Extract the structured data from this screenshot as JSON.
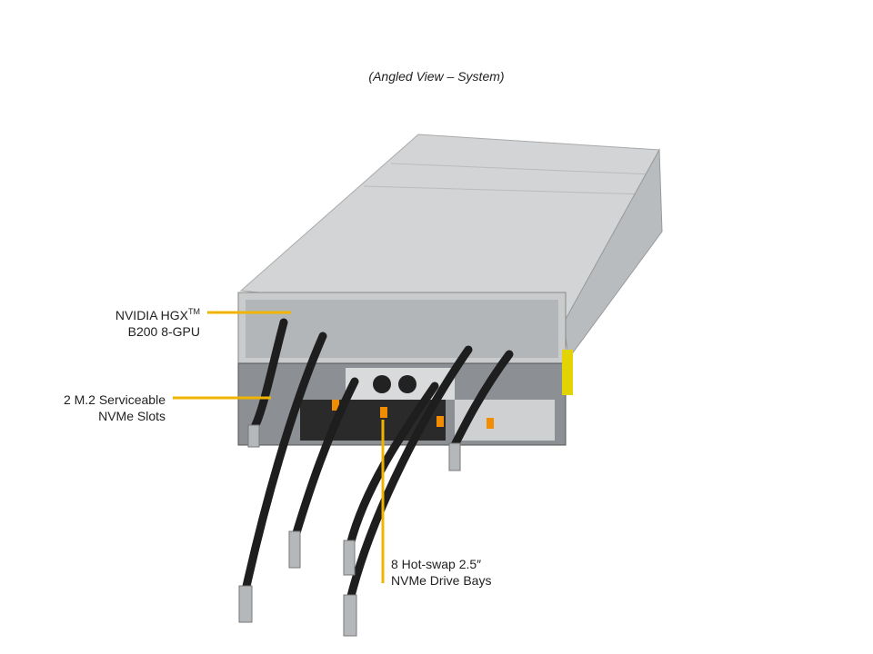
{
  "caption": "(Angled View – System)",
  "accent_color": "#f0b400",
  "callouts": [
    {
      "line1": "NVIDIA HGX",
      "sup": "TM",
      "line2": "B200 8-GPU"
    },
    {
      "line1": "2 M.2 Serviceable",
      "line2": "NVMe Slots"
    },
    {
      "line1": "8 Hot-swap 2.5″",
      "line2": "NVMe Drive Bays"
    }
  ]
}
